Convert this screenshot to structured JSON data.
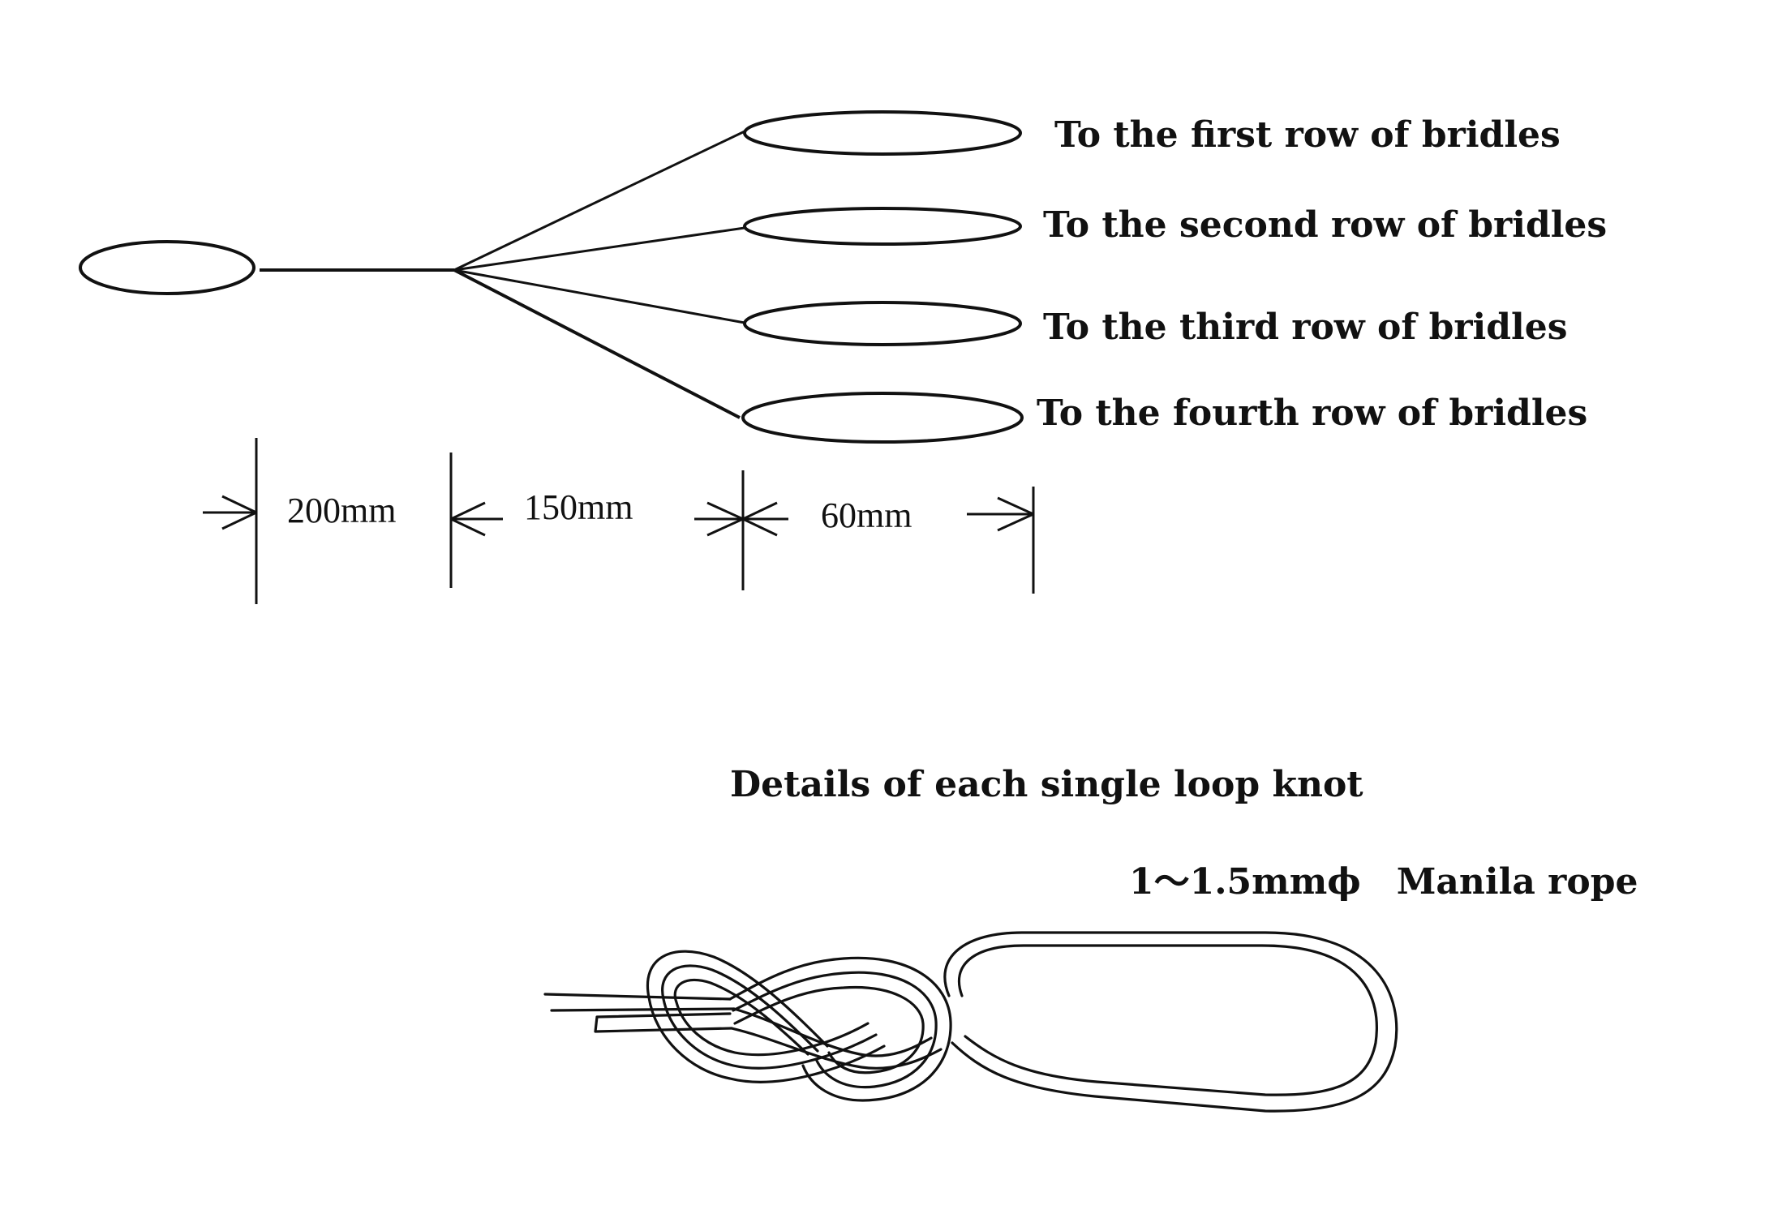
{
  "bridle_labels": {
    "first": "To the first row of bridles",
    "second": "To the second row of bridles",
    "third": "To the third row of bridles",
    "fourth": "To the fourth row of bridles"
  },
  "dimensions": {
    "d1": "200mm",
    "d2": "150mm",
    "d3": "60mm"
  },
  "knot_detail": {
    "title": "Details of each single loop knot",
    "rope_spec": "1〜1.5mmϕ　Manila rope"
  }
}
